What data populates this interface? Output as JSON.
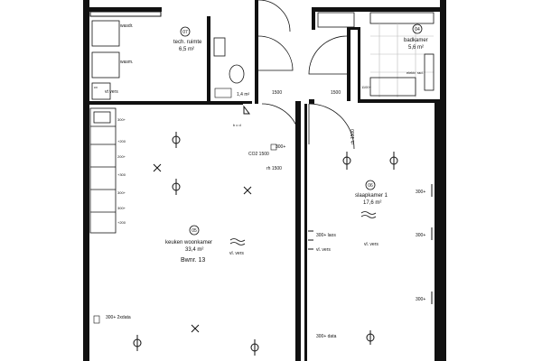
{
  "rooms": {
    "tech": {
      "number": "07",
      "name": "tech. ruimte",
      "area": "6,5 m²"
    },
    "wc": {
      "number": "",
      "area": "1,4 m²"
    },
    "bathroom": {
      "number": "04",
      "name": "badkamer",
      "area": "5,6 m²"
    },
    "living": {
      "number": "05",
      "name": "keuken woonkamer",
      "area": "33,4 m²",
      "ventilation": "vl. vers",
      "unit": "Bwnr. 13"
    },
    "bedroom": {
      "number": "06",
      "name": "slaapkamer 1",
      "area": "17,6 m²",
      "ventilation": "vl. vers"
    }
  },
  "fixtures": {
    "wasdroger": "wasdr.",
    "wasmachine": "wasm.",
    "vt_vers": "vt vers",
    "cv_unit": "cv",
    "kitchen_labels": [
      "300+",
      "+200",
      "200+",
      "+300",
      "300+",
      "300+",
      "+200"
    ],
    "co2": "CO2 1500",
    "rh": "rh 1500",
    "rh_door": "rh 1500",
    "living_300": "300+",
    "bedroom_socket_a": "300+",
    "bedroom_socket_b": "300+",
    "bedroom_socket_c": "300+",
    "bedroom_data": "300+ data",
    "bedroom_laos": "300+ laos",
    "bedroom_vl": "vl. vers",
    "living_2xdata": "300+ 2xdata",
    "bath_socket": "1100+",
    "bath_label": "elektr. rad.",
    "door_width_1": "1500",
    "door_width_2": "1500",
    "switch_labels": "b c d"
  }
}
